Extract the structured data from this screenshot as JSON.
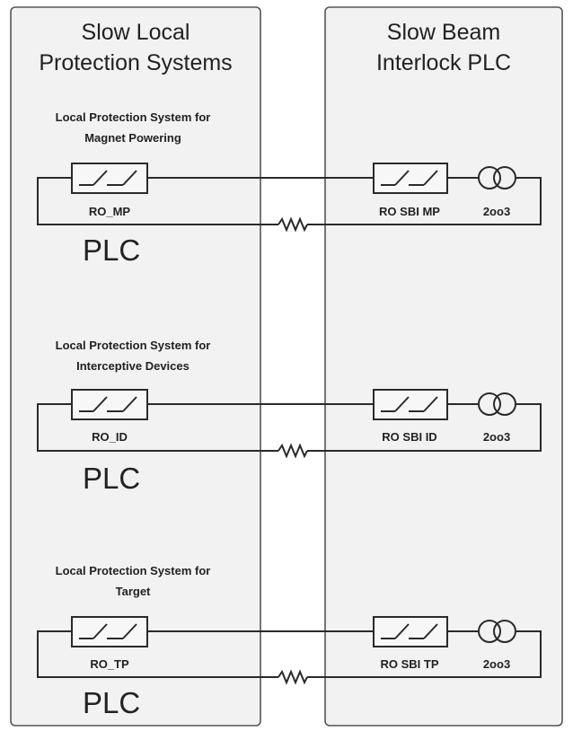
{
  "left_panel": {
    "title_line1": "Slow Local",
    "title_line2": "Protection Systems"
  },
  "right_panel": {
    "title_line1": "Slow Beam",
    "title_line2": "Interlock PLC"
  },
  "groups": [
    {
      "heading_line1": "Local Protection System for",
      "heading_line2": "Magnet Powering",
      "local_contact_label": "RO_MP",
      "sbi_contact_label": "RO SBI MP",
      "voter_label": "2oo3",
      "plc_label": "PLC"
    },
    {
      "heading_line1": "Local Protection System for",
      "heading_line2": "Interceptive Devices",
      "local_contact_label": "RO_ID",
      "sbi_contact_label": "RO SBI ID",
      "voter_label": "2oo3",
      "plc_label": "PLC"
    },
    {
      "heading_line1": "Local Protection System for",
      "heading_line2": "Target",
      "local_contact_label": "RO_TP",
      "sbi_contact_label": "RO SBI TP",
      "voter_label": "2oo3",
      "plc_label": "PLC"
    }
  ],
  "colors": {
    "panel_fill": "#f2f2f2",
    "panel_border": "#555555",
    "line": "#2a2a2a",
    "text": "#222222"
  }
}
